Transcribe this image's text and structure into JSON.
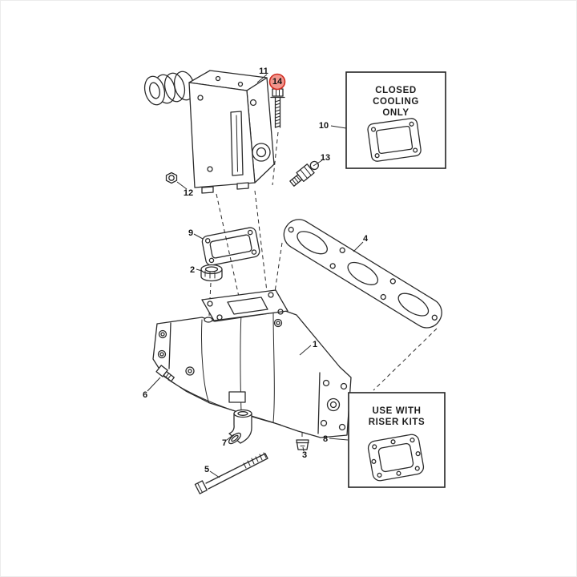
{
  "diagram": {
    "background": "#ffffff",
    "ink": "#2b2b2b",
    "callouts": [
      {
        "id": "1"
      },
      {
        "id": "2"
      },
      {
        "id": "3"
      },
      {
        "id": "4"
      },
      {
        "id": "5"
      },
      {
        "id": "6"
      },
      {
        "id": "7"
      },
      {
        "id": "8"
      },
      {
        "id": "9"
      },
      {
        "id": "10"
      },
      {
        "id": "11"
      },
      {
        "id": "12"
      },
      {
        "id": "13"
      },
      {
        "id": "14",
        "highlighted": true
      }
    ],
    "highlight": {
      "fill": "#f2968d",
      "stroke": "#cf2b20",
      "text": "#7c1208"
    },
    "insets": [
      {
        "lines": [
          "CLOSED",
          "COOLING",
          "ONLY"
        ]
      },
      {
        "lines": [
          "USE WITH",
          "RISER KITS"
        ]
      }
    ]
  }
}
